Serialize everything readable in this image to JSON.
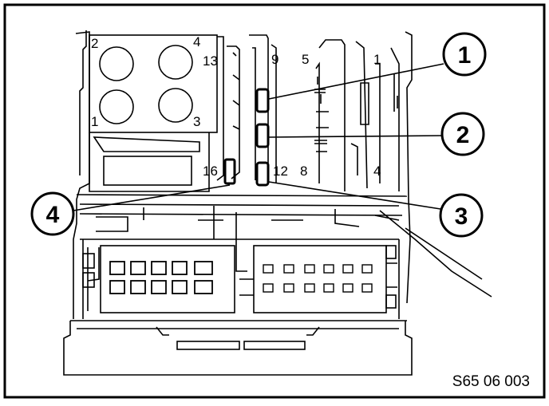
{
  "callouts": [
    {
      "label": "1"
    },
    {
      "label": "2"
    },
    {
      "label": "3"
    },
    {
      "label": "4"
    }
  ],
  "pin_labels": {
    "block_top_left": "2",
    "block_top_right": "4",
    "block_mid_left": "1",
    "block_mid_right": "3",
    "pin_13": "13",
    "pin_9": "9",
    "pin_5": "5",
    "pin_1": "1",
    "pin_16": "16",
    "pin_12": "12",
    "pin_8": "8",
    "pin_4": "4"
  },
  "figure_id": "S65 06 003",
  "colors": {
    "ink": "#000000",
    "paper": "#ffffff"
  }
}
